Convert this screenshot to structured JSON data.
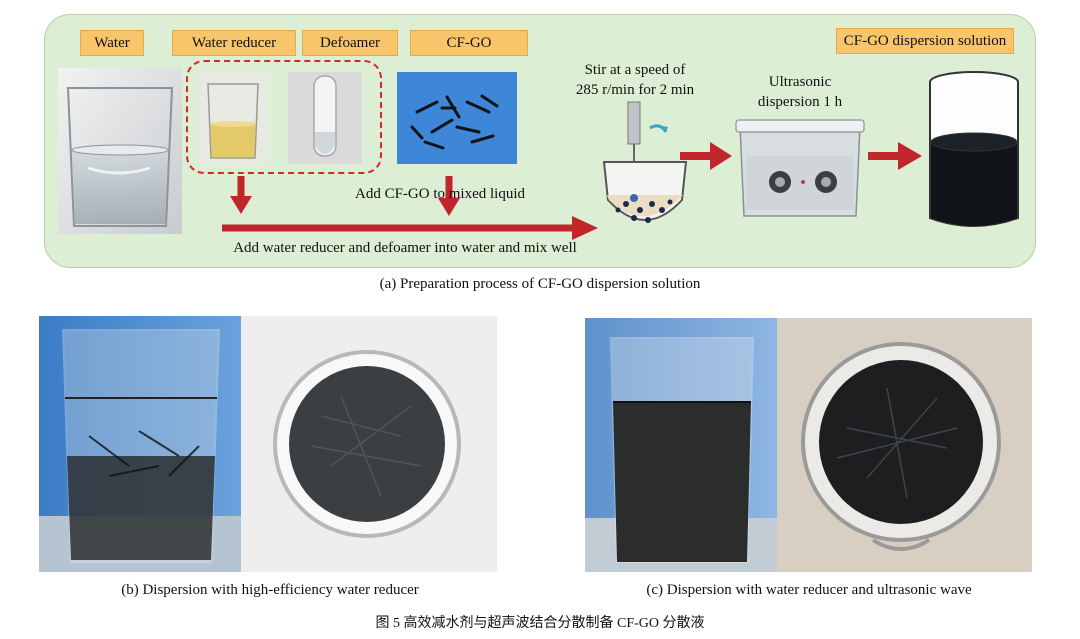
{
  "panel_a": {
    "labels": {
      "water": "Water",
      "water_reducer": "Water reducer",
      "defoamer": "Defoamer",
      "cfgo": "CF-GO",
      "cfgo_dispersion": "CF-GO dispersion solution"
    },
    "stir_text": [
      "Stir at a speed of",
      "285 r/min for 2 min"
    ],
    "ultrasonic_text": [
      "Ultrasonic",
      "dispersion 1 h"
    ],
    "add_cfgo_text": "Add CF-GO to   mixed liquid",
    "add_water_text": "Add water reducer and defoamer into water and mix well",
    "caption": "(a) Preparation process of CF-GO dispersion solution"
  },
  "panel_b": {
    "caption": "(b) Dispersion with high-efficiency water reducer"
  },
  "panel_c": {
    "caption": "(c) Dispersion with water reducer and ultrasonic wave"
  },
  "figure_caption": "图 5   高效减水剂与超声波结合分散制备 CF-GO 分散液",
  "colors": {
    "panel_bg": "#dceed3",
    "tag": "#f8c56a",
    "arrow": "#c0262c",
    "dashed_box": "#d8262c"
  }
}
